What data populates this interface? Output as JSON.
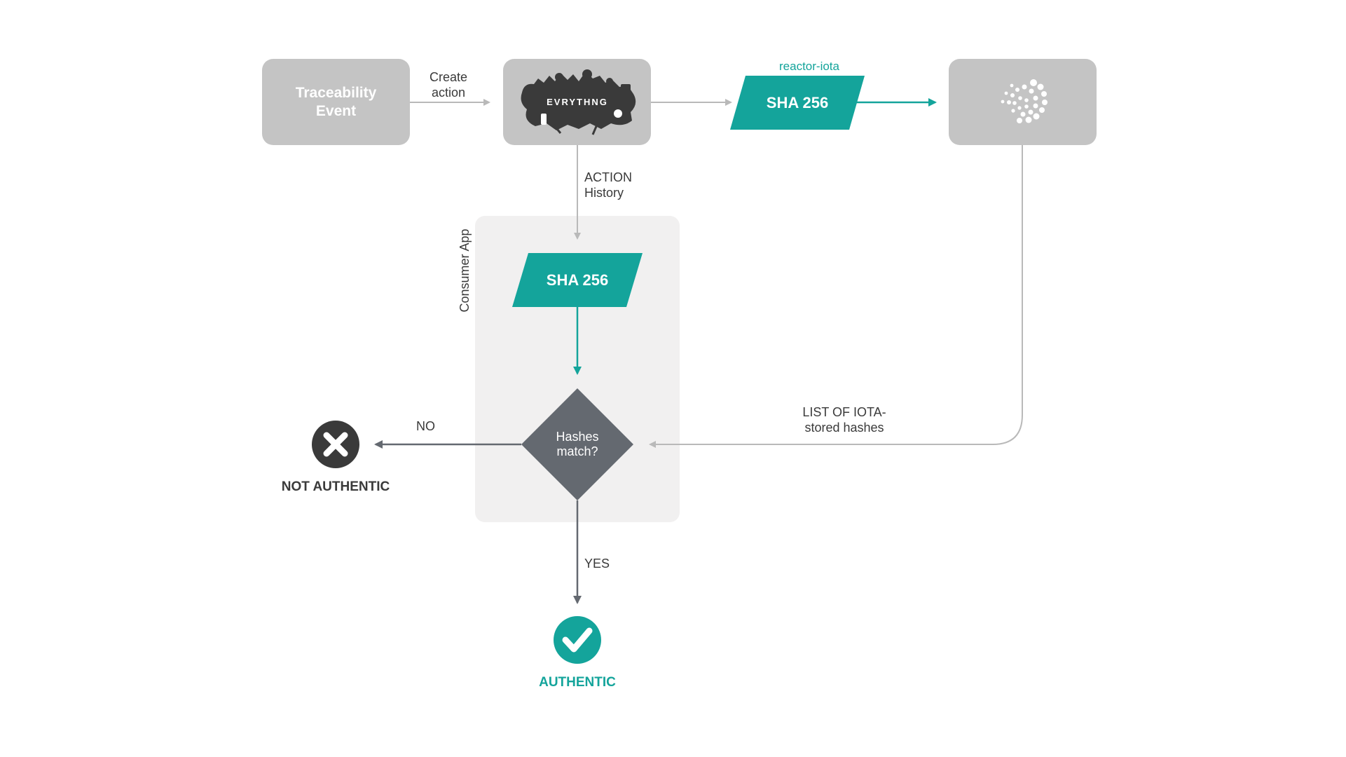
{
  "nodes": {
    "traceability_event": "Traceability\nEvent",
    "evrythng_logo_text": "EVRYTHNG",
    "reactor_label": "reactor-iota",
    "sha_top": "SHA 256",
    "sha_consumer": "SHA 256",
    "consumer_app": "Consumer App",
    "decision": "Hashes\nmatch?",
    "not_authentic": "NOT AUTHENTIC",
    "authentic": "AUTHENTIC"
  },
  "edges": {
    "create_action": "Create\naction",
    "action_history": "ACTION\nHistory",
    "iota_hashes": "LIST OF IOTA-\nstored hashes",
    "no": "NO",
    "yes": "YES"
  },
  "icons": {
    "evrythng": "evrythng-logo-icon",
    "iota": "iota-logo-icon",
    "fail": "x-circle-icon",
    "success": "check-circle-icon"
  },
  "colors": {
    "box_grey": "#c4c4c4",
    "teal": "#14a49b",
    "decision_grey": "#646970",
    "dark": "#3a3a3a",
    "panel": "#f1f0f0",
    "connector": "#b9b9b9"
  }
}
